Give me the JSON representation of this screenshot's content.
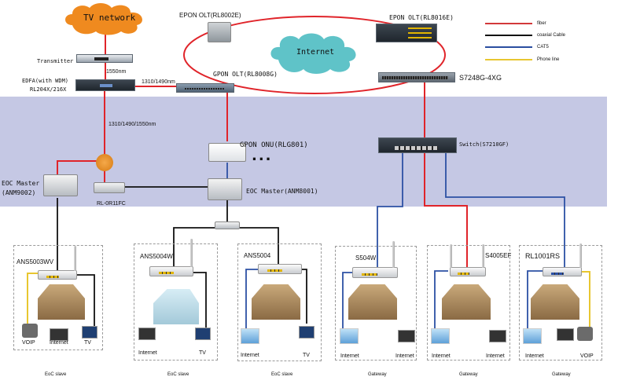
{
  "clouds": {
    "tv_network": "TV network",
    "internet": "Internet"
  },
  "headend": {
    "transmitter": "Transmitter",
    "edfa_line1": "EDFA(with WDM)",
    "edfa_line2": "RL204X/216X",
    "wavelength_1550": "1550nm",
    "wavelength_1310_1490": "1310/1490nm",
    "wavelength_triple": "1310/1490/1550nm"
  },
  "core": {
    "epon_olt_small": "EPON OLT(RL8002E)",
    "epon_olt_large": "EPON OLT(RL8016E)",
    "gpon_olt": "GPON OLT(RL8008G)",
    "core_switch": "S7248G-4XG"
  },
  "distribution": {
    "gpon_onu": "GPON ONU(RLG801)",
    "ellipsis": "...",
    "eoc_master_left_line1": "EOC Master",
    "eoc_master_left_line2": "(ANM9002)",
    "eoc_master_right": "EOC Master(ANM8001)",
    "optical_receiver": "RL-0R11FC",
    "switch": "Switch(S7210GF)"
  },
  "legend": [
    {
      "label": "fiber",
      "color": "#d2383a"
    },
    {
      "label": "coaxial Cable",
      "color": "#111111"
    },
    {
      "label": "CAT5",
      "color": "#2a4ea0"
    },
    {
      "label": "Phone line",
      "color": "#e8c630"
    }
  ],
  "colors": {
    "fiber": "#e0242a",
    "coax": "#111111",
    "cat5": "#2c50a4",
    "phone": "#e8c630",
    "band": "#c5c8e4",
    "tv_cloud": "#ef8a1f",
    "internet_cloud": "#5fc3c8"
  },
  "slaves": [
    {
      "model": "ANS5003WV",
      "devices": [
        "VOIP",
        "Internet",
        "TV"
      ],
      "caption": "EoC slave"
    },
    {
      "model": "ANS5004W",
      "devices": [
        "Internet",
        "TV"
      ],
      "caption": "EoC slave"
    },
    {
      "model": "ANS5004",
      "devices": [
        "Internet",
        "TV"
      ],
      "caption": "EoC slave"
    },
    {
      "model": "S504W",
      "devices": [
        "Internet",
        "Internet"
      ],
      "caption": "Gateway"
    },
    {
      "model": "S4005EF",
      "devices": [
        "Internet",
        "Internet"
      ],
      "caption": "Gateway"
    },
    {
      "model": "RL1001RS",
      "devices": [
        "Internet",
        "VOIP"
      ],
      "caption": "Gateway"
    }
  ]
}
